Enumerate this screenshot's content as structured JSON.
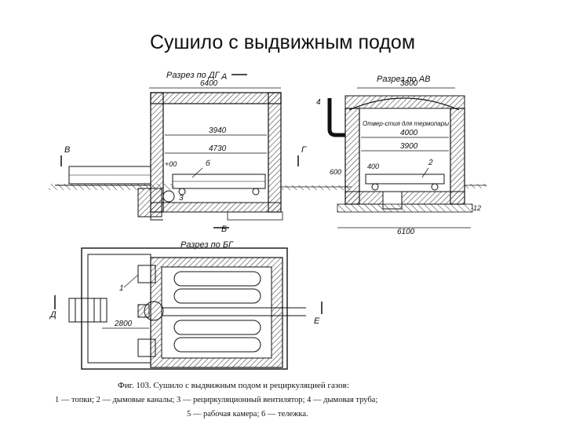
{
  "slide": {
    "title": "Сушило с выдвижным подом"
  },
  "sections": {
    "section_ab": {
      "label": "Разрез по ДГ",
      "marker_top": "А",
      "width_dim": "6400",
      "inner_dim_1": "3940",
      "inner_dim_2": "4730",
      "level_mark": "+00",
      "left_marker": "В",
      "right_marker": "Г",
      "item_label": "б",
      "fan_label": "3",
      "bottom_marker": "Б"
    },
    "section_av": {
      "label": "Разрез по АВ",
      "top_dim": "3800",
      "note": "Отвер-стия для термопары",
      "dim_1": "4000",
      "dim_2": "3900",
      "pipe_label": "4",
      "left_dim": "600",
      "mid_dim": "400",
      "item_label": "2",
      "level_mark": "-12",
      "bottom_dim": "6100"
    },
    "section_bg": {
      "label": "Разрез по БГ",
      "item_label": "1",
      "width_dim": "2800",
      "left_marker": "Д",
      "right_marker": "Е"
    }
  },
  "caption": {
    "line1": "Фиг. 103. Сушило с выдвижным подом и рециркуляцией газов:",
    "line2": "1 — топки; 2 — дымовые каналы; 3 — рециркуляционный вентилятор; 4 — дымовая труба;",
    "line3": "5 — рабочая камера; 6 — тележка."
  },
  "colors": {
    "ink": "#111111",
    "hatch": "#444444",
    "background": "#ffffff"
  }
}
